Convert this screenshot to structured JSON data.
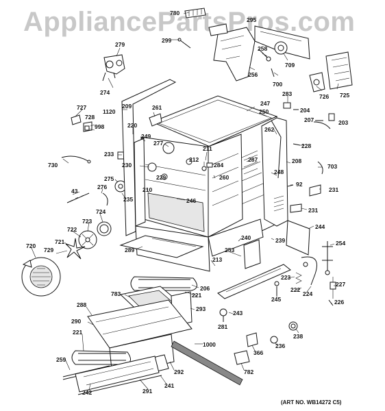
{
  "watermark": "AppliancePartsPros.com",
  "art_number": "(ART NO. WB14272 C5)",
  "labels": [
    {
      "id": "780",
      "t": "780"
    },
    {
      "id": "295",
      "t": "295"
    },
    {
      "id": "299",
      "t": "299"
    },
    {
      "id": "279",
      "t": "279"
    },
    {
      "id": "258",
      "t": "258"
    },
    {
      "id": "709",
      "t": "709"
    },
    {
      "id": "256",
      "t": "256"
    },
    {
      "id": "700",
      "t": "700"
    },
    {
      "id": "274",
      "t": "274"
    },
    {
      "id": "726",
      "t": "726"
    },
    {
      "id": "725",
      "t": "725"
    },
    {
      "id": "283",
      "t": "283"
    },
    {
      "id": "727",
      "t": "727"
    },
    {
      "id": "1120",
      "t": "1120"
    },
    {
      "id": "209",
      "t": "209"
    },
    {
      "id": "261",
      "t": "261"
    },
    {
      "id": "247",
      "t": "247"
    },
    {
      "id": "250",
      "t": "250"
    },
    {
      "id": "204",
      "t": "204"
    },
    {
      "id": "728",
      "t": "728"
    },
    {
      "id": "998",
      "t": "998"
    },
    {
      "id": "220",
      "t": "220"
    },
    {
      "id": "262",
      "t": "262"
    },
    {
      "id": "207",
      "t": "207"
    },
    {
      "id": "203",
      "t": "203"
    },
    {
      "id": "249",
      "t": "249"
    },
    {
      "id": "277",
      "t": "277"
    },
    {
      "id": "211",
      "t": "211"
    },
    {
      "id": "228",
      "t": "228"
    },
    {
      "id": "233",
      "t": "233"
    },
    {
      "id": "287",
      "t": "287"
    },
    {
      "id": "212",
      "t": "212"
    },
    {
      "id": "284",
      "t": "284"
    },
    {
      "id": "208",
      "t": "208"
    },
    {
      "id": "730",
      "t": "730"
    },
    {
      "id": "230",
      "t": "230"
    },
    {
      "id": "703",
      "t": "703"
    },
    {
      "id": "248",
      "t": "248"
    },
    {
      "id": "229",
      "t": "229"
    },
    {
      "id": "260",
      "t": "260"
    },
    {
      "id": "275",
      "t": "275"
    },
    {
      "id": "92",
      "t": "92"
    },
    {
      "id": "43",
      "t": "43"
    },
    {
      "id": "276",
      "t": "276"
    },
    {
      "id": "210",
      "t": "210"
    },
    {
      "id": "231a",
      "t": "231"
    },
    {
      "id": "235",
      "t": "235"
    },
    {
      "id": "246",
      "t": "246"
    },
    {
      "id": "724",
      "t": "724"
    },
    {
      "id": "231b",
      "t": "231"
    },
    {
      "id": "723",
      "t": "723"
    },
    {
      "id": "244",
      "t": "244"
    },
    {
      "id": "722",
      "t": "722"
    },
    {
      "id": "240",
      "t": "240"
    },
    {
      "id": "239",
      "t": "239"
    },
    {
      "id": "721",
      "t": "721"
    },
    {
      "id": "289",
      "t": "289"
    },
    {
      "id": "254",
      "t": "254"
    },
    {
      "id": "720",
      "t": "720"
    },
    {
      "id": "729",
      "t": "729"
    },
    {
      "id": "253",
      "t": "253"
    },
    {
      "id": "213",
      "t": "213"
    },
    {
      "id": "223",
      "t": "223"
    },
    {
      "id": "206",
      "t": "206"
    },
    {
      "id": "222",
      "t": "222"
    },
    {
      "id": "224",
      "t": "224"
    },
    {
      "id": "227",
      "t": "227"
    },
    {
      "id": "783",
      "t": "783"
    },
    {
      "id": "221a",
      "t": "221"
    },
    {
      "id": "245",
      "t": "245"
    },
    {
      "id": "226",
      "t": "226"
    },
    {
      "id": "293",
      "t": "293"
    },
    {
      "id": "243",
      "t": "243"
    },
    {
      "id": "288",
      "t": "288"
    },
    {
      "id": "281",
      "t": "281"
    },
    {
      "id": "238",
      "t": "238"
    },
    {
      "id": "290",
      "t": "290"
    },
    {
      "id": "221b",
      "t": "221"
    },
    {
      "id": "1000",
      "t": "1000"
    },
    {
      "id": "366",
      "t": "366"
    },
    {
      "id": "236",
      "t": "236"
    },
    {
      "id": "259",
      "t": "259"
    },
    {
      "id": "292",
      "t": "292"
    },
    {
      "id": "782",
      "t": "782"
    },
    {
      "id": "242",
      "t": "242"
    },
    {
      "id": "291",
      "t": "291"
    },
    {
      "id": "241",
      "t": "241"
    }
  ]
}
